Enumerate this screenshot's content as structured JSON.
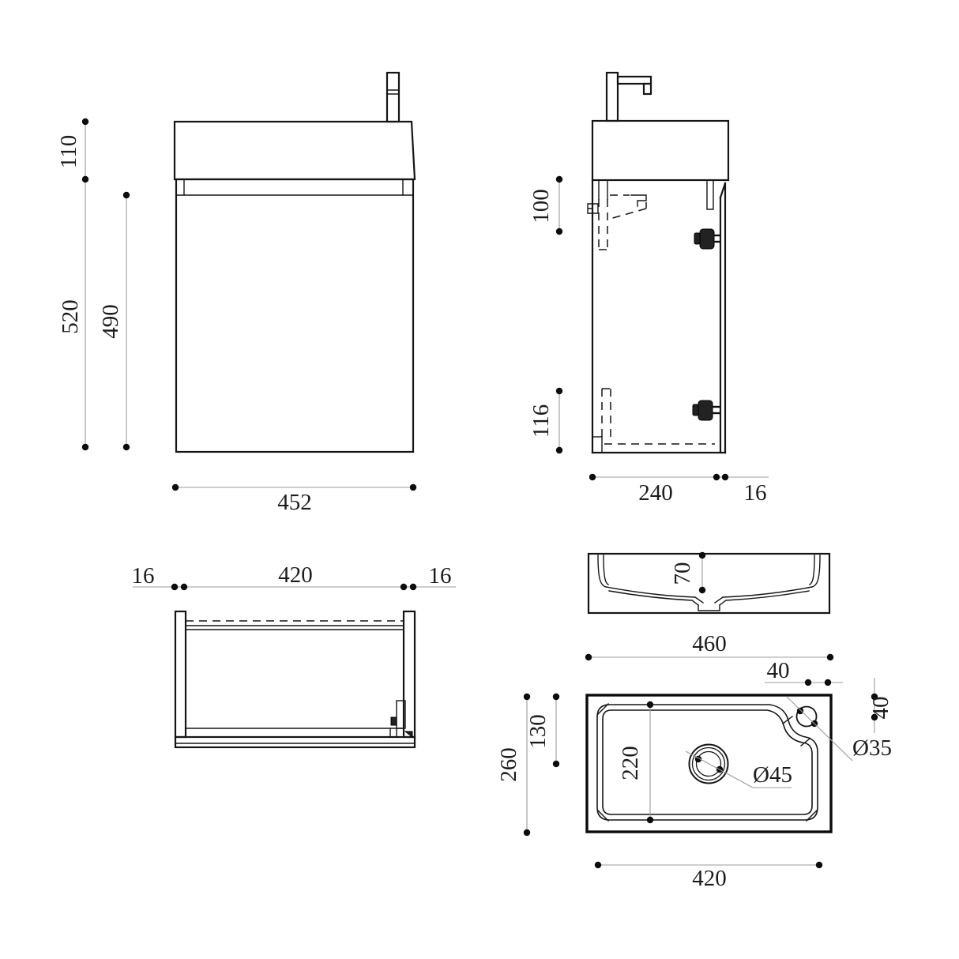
{
  "front": {
    "basin_height": "110",
    "total_height": "520",
    "cabinet_height": "490",
    "width": "452"
  },
  "side": {
    "bracket_height": "100",
    "bottom_offset": "116",
    "depth": "240",
    "door_thickness": "16"
  },
  "cabinet_plan": {
    "wall_left": "16",
    "inner_width": "420",
    "wall_right": "16"
  },
  "basin_section": {
    "bowl_depth": "70"
  },
  "basin_plan": {
    "outer_width": "460",
    "tap_offset_top": "40",
    "tap_offset_right": "40",
    "tap_hole_diameter": "Ø35",
    "drain_diameter": "Ø45",
    "drain_center_offset": "130",
    "outer_depth": "260",
    "inner_depth": "220",
    "inner_width": "420"
  }
}
